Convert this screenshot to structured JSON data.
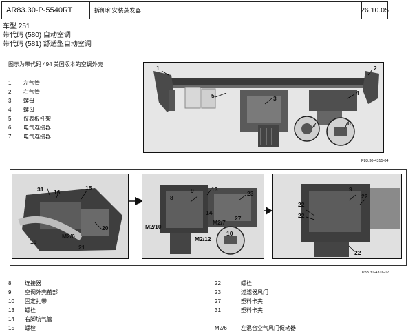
{
  "header": {
    "code": "AR83.30-P-5540RT",
    "title": "拆卸和安装蒸发器",
    "date": "26.10.05"
  },
  "meta": {
    "model": "车型 251",
    "code580": "带代码 (580) 自动空调",
    "code581": "带代码 (581) 舒适型自动空调"
  },
  "figure1": {
    "caption": "图示为带代码 494 美国版本的空调外壳",
    "ref": "P83.30-4315-04",
    "legend": [
      {
        "num": "1",
        "label": "左气管"
      },
      {
        "num": "2",
        "label": "右气管"
      },
      {
        "num": "3",
        "label": "螺母"
      },
      {
        "num": "4",
        "label": "螺母"
      },
      {
        "num": "5",
        "label": "仪表板托架"
      },
      {
        "num": "6",
        "label": "电气连接器"
      },
      {
        "num": "7",
        "label": "电气连接器"
      }
    ],
    "callouts": [
      "1",
      "2",
      "3",
      "4",
      "5",
      "6",
      "7"
    ]
  },
  "figure2": {
    "ref": "P83.30-4316-07",
    "legend_left": [
      {
        "num": "8",
        "label": "连接器"
      },
      {
        "num": "9",
        "label": "空调外壳前部"
      },
      {
        "num": "10",
        "label": "固定扎带"
      },
      {
        "num": "13",
        "label": "螺栓"
      },
      {
        "num": "14",
        "label": "右脚坑气管"
      },
      {
        "num": "15",
        "label": "螺栓"
      }
    ],
    "legend_right": [
      {
        "num": "22",
        "label": "螺栓"
      },
      {
        "num": "23",
        "label": "过滤器风门"
      },
      {
        "num": "27",
        "label": "塑料卡夹"
      },
      {
        "num": "31",
        "label": "塑料卡夹"
      },
      {
        "num": "",
        "label": ""
      },
      {
        "num": "M2/6",
        "label": "左混合空气风门促动器"
      }
    ],
    "callouts_a": [
      "31",
      "16",
      "15",
      "20",
      "19",
      "M2/6",
      "21"
    ],
    "callouts_b": [
      "13",
      "9",
      "8",
      "23",
      "M2/10",
      "14",
      "M2/7",
      "27",
      "M2/12",
      "10"
    ],
    "callouts_c": [
      "9",
      "22",
      "22",
      "22",
      "22"
    ]
  }
}
